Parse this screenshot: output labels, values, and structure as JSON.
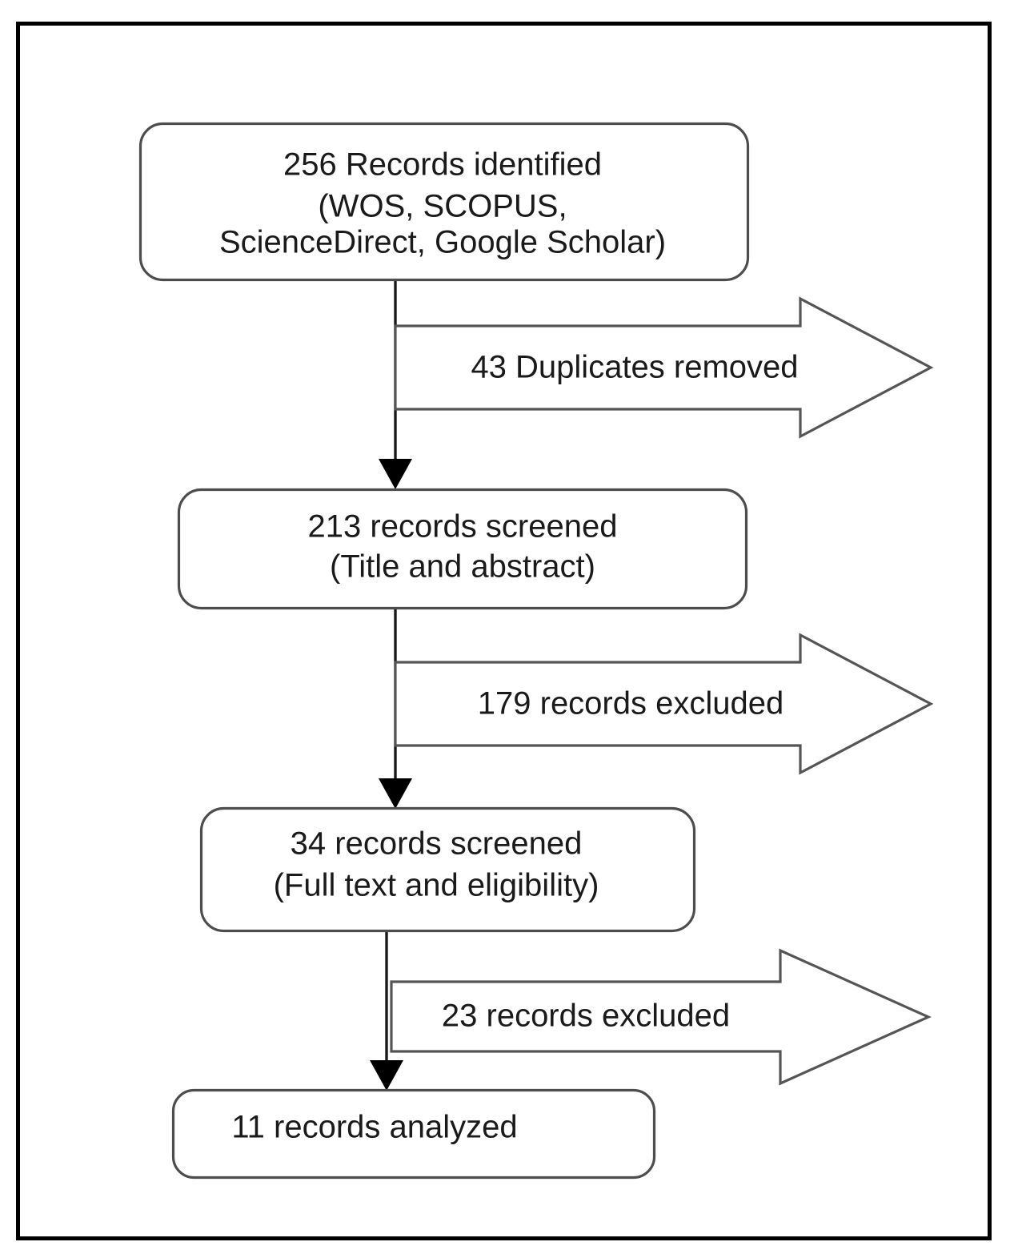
{
  "figure": {
    "type": "prisma-flow-diagram",
    "frame": {
      "border_color": "#000000"
    },
    "box_border_color": "#4d4d4d",
    "arrow_border_color": "#555555",
    "text_color": "#1a1a1a",
    "background": "#ffffff"
  },
  "stages": [
    {
      "id": "identification",
      "count": "256",
      "lines": [
        "256 Records identified",
        "(WOS, SCOPUS,",
        "ScienceDirect, Google Scholar)"
      ]
    },
    {
      "id": "screening-title-abstract",
      "count": "213",
      "lines": [
        "213 records screened",
        "(Title and abstract)"
      ]
    },
    {
      "id": "screening-full-text",
      "count": "34",
      "lines": [
        "34 records screened",
        "(Full text and eligibility)"
      ]
    },
    {
      "id": "included",
      "count": "11",
      "lines": [
        "11 records analyzed"
      ]
    }
  ],
  "exclusions": [
    {
      "id": "duplicates-removed",
      "count": "43",
      "label": "43 Duplicates removed"
    },
    {
      "id": "records-excluded-screening",
      "count": "179",
      "label": "179 records excluded"
    },
    {
      "id": "records-excluded-eligibility",
      "count": "23",
      "label": "23 records excluded"
    }
  ],
  "chart_data": {
    "type": "diagram",
    "title": "PRISMA record selection flow",
    "nodes": [
      {
        "label": "256 Records identified (WOS, SCOPUS, ScienceDirect, Google Scholar)",
        "value": 256
      },
      {
        "label": "213 records screened (Title and abstract)",
        "value": 213
      },
      {
        "label": "34 records screened (Full text and eligibility)",
        "value": 34
      },
      {
        "label": "11 records analyzed",
        "value": 11
      }
    ],
    "exclusions": [
      {
        "label": "43 Duplicates removed",
        "value": 43
      },
      {
        "label": "179 records excluded",
        "value": 179
      },
      {
        "label": "23 records excluded",
        "value": 23
      }
    ]
  }
}
